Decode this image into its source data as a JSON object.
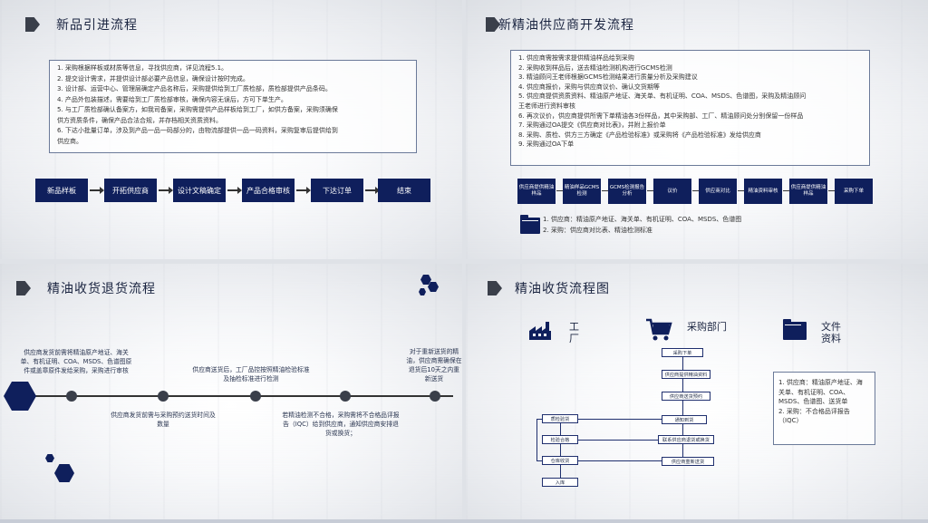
{
  "slides": {
    "s1": {
      "title": "新品引进流程",
      "items": [
        "1.   采购根据样板或材质等信息，寻找供应商，详见流程5.1。",
        "2.   提交设计需求，并提供设计部必要产品信息，确保设计按时完成。",
        "3.   设计部、运营中心、管理层确定产品名称后，采购提供给到工厂质检部，质检部提供产品条码。",
        "4.   产品外包装描述，需要给到工厂质检部审核，确保内容无误后，方可下单生产。",
        "5.   与工厂质检部确认备案方，如我司备案，采购需提供产品样板给到工厂，如供方备案，采购须确保",
        "供方资质条件，确保产品合法合规，并存档相关资质资料。",
        "6.   下达小批量订单，涉及到产品一品一码部分的，由物流部提供一品一码资料，采购复审后提供给到",
        "供应商。"
      ],
      "flow": [
        "新品样板",
        "开拓供应商",
        "设计文稿确定",
        "产品合格审核",
        "下达订单",
        "结束"
      ]
    },
    "s2": {
      "title": "新精油供应商开发流程",
      "items": [
        "1.   供应商需按需求提供精油样品给到采购",
        "2.   采购收到样品后，送去精油检测机构进行GCMS检测",
        "3.   精油顾问王老师根据GCMS检测结果进行质量分析及采购建议",
        "4.   供应商报价，采购与供应商议价、确认交货期等",
        "5.   供应商提供资质资料、精油原产地证、海关单、有机证明、COA、MSDS、色谱图，采购及精油顾问",
        "王老师进行资料审核",
        "6.   再次议价，供应商提供所需下单精油各3份样品，其中采购部、工厂、精油顾问处分别保留一份样品",
        "7.   采购通过OA提交《供应商对比表》，并附上报价单",
        "8.   采购、质检、供方三方确定《产品检验标准》或采购将《产品检验标准》发给供应商",
        "9.   采购通过OA下单"
      ],
      "flow": [
        "供应商提供精油样品",
        "精油样品GCMS检测",
        "GCMS检测报告分析",
        "议价",
        "供应商对比",
        "精油资料审核",
        "供应商提供精油样品",
        "采购下单"
      ],
      "notes": [
        "1.   供应商：精油原产地证、海关单、有机证明、COA、MSDS、色谱图",
        "2.   采购：供应商对比表、精油检测标准"
      ]
    },
    "s3": {
      "title": "精油收货退货流程",
      "notes": {
        "a": "供应商发货前需将精油原产地证、海关单、有机证明、COA、MSDS、色谱图原件或盖章原件发给采购，采购进行审核",
        "b": "供应商发货前需与采购预约送货时间及数量",
        "c": "供应商送货后，工厂品控按照精油检验标准及抽检标准进行检测",
        "d": "若精油检测不合格，采购需将不合格品评报告（IQC）给到供应商，通知供应商安排退货或换货；",
        "e": "对于重新送货的精油，供应商需确保在退货后10天之内重新送货"
      }
    },
    "s4": {
      "title": "精油收货流程图",
      "headers": {
        "factory": "工厂",
        "purchasing": "采购部门",
        "docs": "文件资料"
      },
      "nodes": {
        "n1": "采购下单",
        "n2": "供应商提供精油资料",
        "n3": "供应商送货预约",
        "n4": "通知到货",
        "n5": "联系供应商退货或换货",
        "n6": "供应商重新送货",
        "f1": "质检验货",
        "f2": "检验合格",
        "f3": "仓库收货",
        "f4": "入库"
      },
      "notes": [
        "1.   供应商：精油原产地证、海",
        "关单、有机证明、COA、",
        "MSDS、色谱图、送货单",
        "2.   采购：不合格品评报告",
        "（IQC）"
      ]
    }
  },
  "colors": {
    "navy": "#0f1f5c",
    "accent": "#1f2f6e"
  }
}
